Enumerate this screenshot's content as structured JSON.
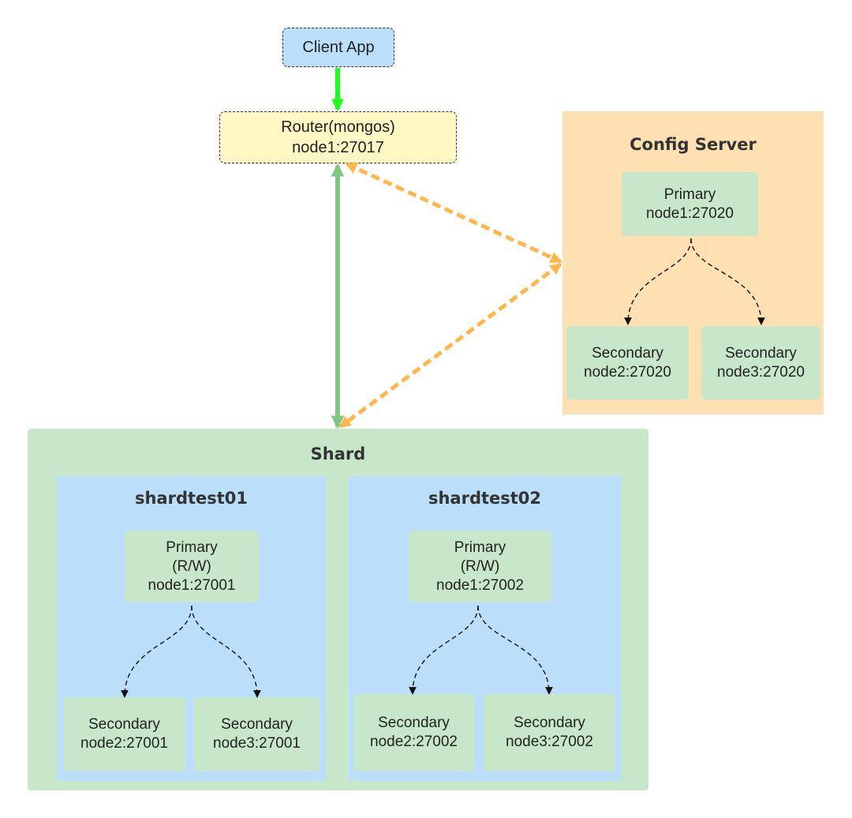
{
  "client": {
    "label": "Client App"
  },
  "router": {
    "line1": "Router(mongos)",
    "line2": "node1:27017"
  },
  "config_server": {
    "title": "Config Server",
    "primary": {
      "line1": "Primary",
      "line2": "node1:27020"
    },
    "secondaries": [
      {
        "line1": "Secondary",
        "line2": "node2:27020"
      },
      {
        "line1": "Secondary",
        "line2": "node3:27020"
      }
    ]
  },
  "shard": {
    "title": "Shard",
    "replica_sets": [
      {
        "title": "shardtest01",
        "primary": {
          "line1": "Primary",
          "line2": "(R/W)",
          "line3": "node1:27001"
        },
        "secondaries": [
          {
            "line1": "Secondary",
            "line2": "node2:27001"
          },
          {
            "line1": "Secondary",
            "line2": "node3:27001"
          }
        ]
      },
      {
        "title": "shardtest02",
        "primary": {
          "line1": "Primary",
          "line2": "(R/W)",
          "line3": "node1:27002"
        },
        "secondaries": [
          {
            "line1": "Secondary",
            "line2": "node2:27002"
          },
          {
            "line1": "Secondary",
            "line2": "node3:27002"
          }
        ]
      }
    ]
  },
  "colors": {
    "client_fill": "#bbdefb",
    "router_fill": "#fff8c4",
    "config_fill": "#ffe0b2",
    "shard_fill": "#c8e6c9",
    "replset_fill": "#bbdefb",
    "node_fill": "#c8e6c9",
    "client_router_arrow": "#1aff1a",
    "router_shard_arrow": "#81c784",
    "config_link_arrow": "#ffb74d",
    "replication_arrow": "#111111"
  }
}
